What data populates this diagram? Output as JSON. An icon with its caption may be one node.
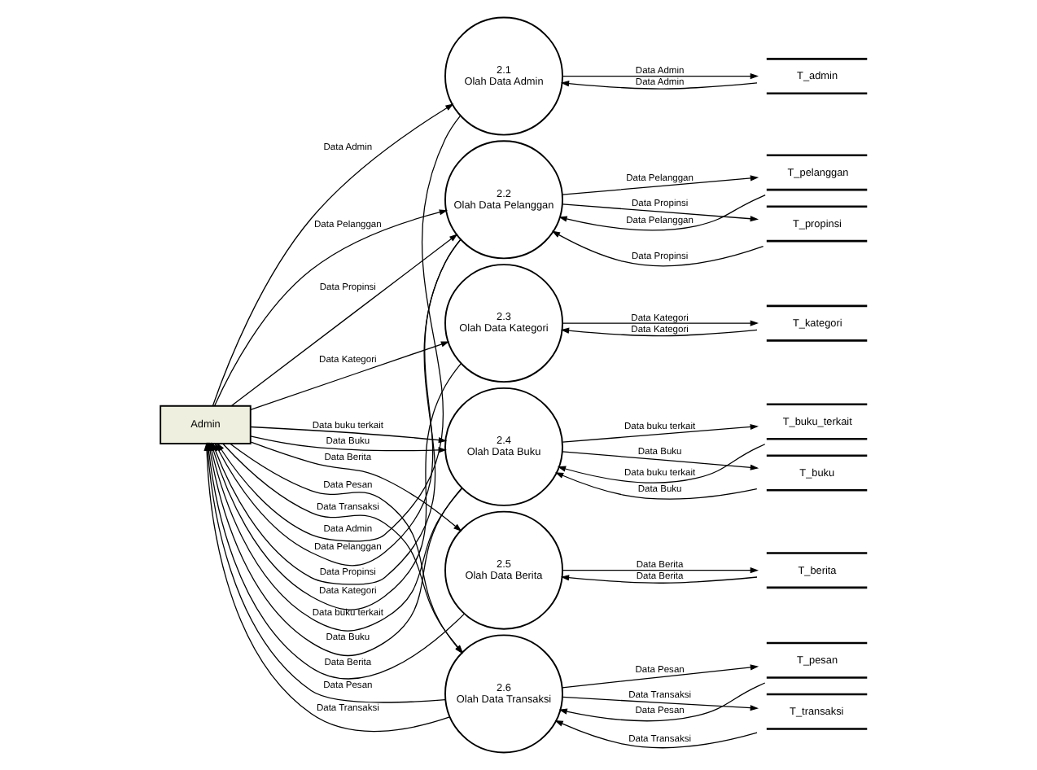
{
  "diagram": {
    "nodes": [
      {
        "text": [
          "Admin"
        ]
      },
      {
        "text": [
          "2.1",
          "Olah Data Admin"
        ]
      },
      {
        "text": [
          "2.2",
          "Olah Data Pelanggan"
        ]
      },
      {
        "text": [
          "2.3",
          "Olah Data Kategori"
        ]
      },
      {
        "text": [
          "2.4",
          "Olah Data Buku"
        ]
      },
      {
        "text": [
          "2.5",
          "Olah Data Berita"
        ]
      },
      {
        "text": [
          "2.6",
          "Olah Data Transaksi"
        ]
      },
      {
        "text": [
          "T_admin"
        ]
      },
      {
        "text": [
          "T_pelanggan"
        ]
      },
      {
        "text": [
          "T_propinsi"
        ]
      },
      {
        "text": [
          "T_kategori"
        ]
      },
      {
        "text": [
          "T_buku_terkait"
        ]
      },
      {
        "text": [
          "T_buku"
        ]
      },
      {
        "text": [
          "T_berita"
        ]
      },
      {
        "text": [
          "T_pesan"
        ]
      },
      {
        "text": [
          "T_transaksi"
        ]
      }
    ],
    "edges": [
      {
        "from": 0,
        "to": 1,
        "arrow": "to",
        "label": "Data Admin"
      },
      {
        "from": 1,
        "to": 0,
        "arrow": "to",
        "label": "Data Admin"
      },
      {
        "from": 1,
        "to": 7,
        "arrow": "to",
        "label": "Data Admin"
      },
      {
        "from": 7,
        "to": 1,
        "arrow": "to",
        "label": "Data Admin"
      },
      {
        "from": 0,
        "to": 2,
        "arrow": "to",
        "label": "Data Pelanggan"
      },
      {
        "from": 2,
        "to": 0,
        "arrow": "to",
        "label": "Data Pelanggan"
      },
      {
        "from": 0,
        "to": 2,
        "arrow": "to",
        "label": "Data Propinsi"
      },
      {
        "from": 2,
        "to": 0,
        "arrow": "to",
        "label": "Data Propinsi"
      },
      {
        "from": 2,
        "to": 8,
        "arrow": "to",
        "label": "Data Pelanggan"
      },
      {
        "from": 8,
        "to": 2,
        "arrow": "to",
        "label": "Data Pelanggan"
      },
      {
        "from": 2,
        "to": 9,
        "arrow": "to",
        "label": "Data Propinsi"
      },
      {
        "from": 9,
        "to": 2,
        "arrow": "to",
        "label": "Data Propinsi"
      },
      {
        "from": 0,
        "to": 3,
        "arrow": "to",
        "label": "Data Kategori"
      },
      {
        "from": 3,
        "to": 0,
        "arrow": "to",
        "label": "Data Kategori"
      },
      {
        "from": 3,
        "to": 10,
        "arrow": "to",
        "label": "Data Kategori"
      },
      {
        "from": 10,
        "to": 3,
        "arrow": "to",
        "label": "Data Kategori"
      },
      {
        "from": 0,
        "to": 4,
        "arrow": "to",
        "label": "Data buku terkait"
      },
      {
        "from": 4,
        "to": 0,
        "arrow": "to",
        "label": "Data buku terkait"
      },
      {
        "from": 0,
        "to": 4,
        "arrow": "to",
        "label": "Data Buku"
      },
      {
        "from": 4,
        "to": 0,
        "arrow": "to",
        "label": "Data Buku"
      },
      {
        "from": 4,
        "to": 11,
        "arrow": "to",
        "label": "Data buku terkait"
      },
      {
        "from": 11,
        "to": 4,
        "arrow": "to",
        "label": "Data buku terkait"
      },
      {
        "from": 4,
        "to": 12,
        "arrow": "to",
        "label": "Data Buku"
      },
      {
        "from": 12,
        "to": 4,
        "arrow": "to",
        "label": "Data Buku"
      },
      {
        "from": 0,
        "to": 5,
        "arrow": "to",
        "label": "Data Berita"
      },
      {
        "from": 5,
        "to": 0,
        "arrow": "to",
        "label": "Data Berita"
      },
      {
        "from": 5,
        "to": 13,
        "arrow": "to",
        "label": "Data Berita"
      },
      {
        "from": 13,
        "to": 5,
        "arrow": "to",
        "label": "Data Berita"
      },
      {
        "from": 0,
        "to": 6,
        "arrow": "to",
        "label": "Data Pesan"
      },
      {
        "from": 6,
        "to": 0,
        "arrow": "to",
        "label": "Data Pesan"
      },
      {
        "from": 0,
        "to": 6,
        "arrow": "to",
        "label": "Data Transaksi"
      },
      {
        "from": 6,
        "to": 0,
        "arrow": "to",
        "label": "Data Transaksi"
      },
      {
        "from": 6,
        "to": 14,
        "arrow": "to",
        "label": "Data Pesan"
      },
      {
        "from": 14,
        "to": 6,
        "arrow": "to",
        "label": "Data Pesan"
      },
      {
        "from": 6,
        "to": 15,
        "arrow": "to",
        "label": "Data Transaksi"
      },
      {
        "from": 15,
        "to": 6,
        "arrow": "to",
        "label": "Data Transaksi"
      }
    ]
  }
}
